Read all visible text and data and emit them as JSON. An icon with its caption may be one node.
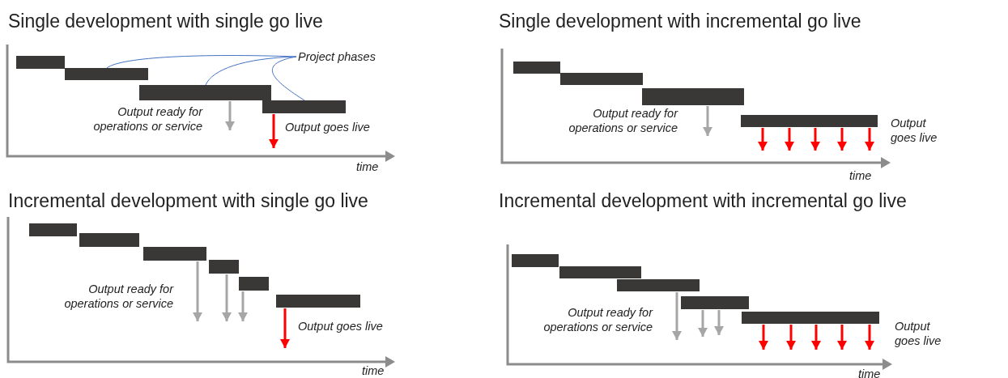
{
  "diagram": {
    "nodes": [
      {
        "text": [],
        "shape": "bar"
      },
      {
        "text": [],
        "shape": "bar"
      },
      {
        "text": [],
        "shape": "bar"
      },
      {
        "text": [],
        "shape": "bar"
      },
      {
        "text": [
          "Project phases"
        ]
      },
      {
        "text": [],
        "shape": "bar"
      },
      {
        "text": [],
        "shape": "bar"
      },
      {
        "text": [],
        "shape": "bar"
      },
      {
        "text": [],
        "shape": "bar"
      },
      {
        "text": [],
        "shape": "bar"
      },
      {
        "text": [],
        "shape": "bar"
      },
      {
        "text": [],
        "shape": "bar"
      },
      {
        "text": [],
        "shape": "bar"
      },
      {
        "text": [],
        "shape": "bar"
      },
      {
        "text": [],
        "shape": "bar"
      },
      {
        "text": [],
        "shape": "bar"
      },
      {
        "text": [],
        "shape": "bar"
      },
      {
        "text": [],
        "shape": "bar"
      },
      {
        "text": [],
        "shape": "bar"
      },
      {
        "text": [],
        "shape": "bar"
      }
    ],
    "edges": [
      {
        "from": 4,
        "to": 1,
        "arrow": "none",
        "color": "#4472c4"
      },
      {
        "from": 4,
        "to": 2,
        "arrow": "none",
        "color": "#4472c4"
      },
      {
        "from": 4,
        "to": 3,
        "arrow": "none",
        "color": "#4472c4"
      },
      {
        "from": 2,
        "to": null,
        "arrow": "to",
        "color": "#a6a6a6"
      },
      {
        "from": 3,
        "to": null,
        "arrow": "to"
      },
      {
        "from": 7,
        "to": null,
        "arrow": "to",
        "color": "#a6a6a6"
      },
      {
        "from": 8,
        "to": null,
        "arrow": "to"
      },
      {
        "from": 8,
        "to": null,
        "arrow": "to"
      },
      {
        "from": 8,
        "to": null,
        "arrow": "to"
      },
      {
        "from": 8,
        "to": null,
        "arrow": "to"
      },
      {
        "from": 8,
        "to": null,
        "arrow": "to"
      },
      {
        "from": 11,
        "to": null,
        "arrow": "to",
        "color": "#a6a6a6"
      },
      {
        "from": 12,
        "to": null,
        "arrow": "to",
        "color": "#a6a6a6"
      },
      {
        "from": 13,
        "to": null,
        "arrow": "to",
        "color": "#a6a6a6"
      },
      {
        "from": 14,
        "to": null,
        "arrow": "to"
      },
      {
        "from": 17,
        "to": null,
        "arrow": "to",
        "color": "#a6a6a6"
      },
      {
        "from": 18,
        "to": null,
        "arrow": "to",
        "color": "#a6a6a6"
      },
      {
        "from": 18,
        "to": null,
        "arrow": "to",
        "color": "#a6a6a6"
      },
      {
        "from": 19,
        "to": null,
        "arrow": "to"
      },
      {
        "from": 19,
        "to": null,
        "arrow": "to"
      },
      {
        "from": 19,
        "to": null,
        "arrow": "to"
      },
      {
        "from": 19,
        "to": null,
        "arrow": "to"
      },
      {
        "from": 19,
        "to": null,
        "arrow": "to"
      }
    ],
    "labels": [
      "Single development with single go live",
      "Single development with incremental go live",
      "Output ready for operations or service",
      "Output goes live",
      "Output ready for operations or service",
      "Output goes live",
      "time",
      "time",
      "Incremental development with single go live",
      "Incremental development with incremental go live",
      "Output ready for operations or service",
      "Output goes live",
      "Output ready for operations or service",
      "Output goes live",
      "time",
      "time"
    ]
  }
}
